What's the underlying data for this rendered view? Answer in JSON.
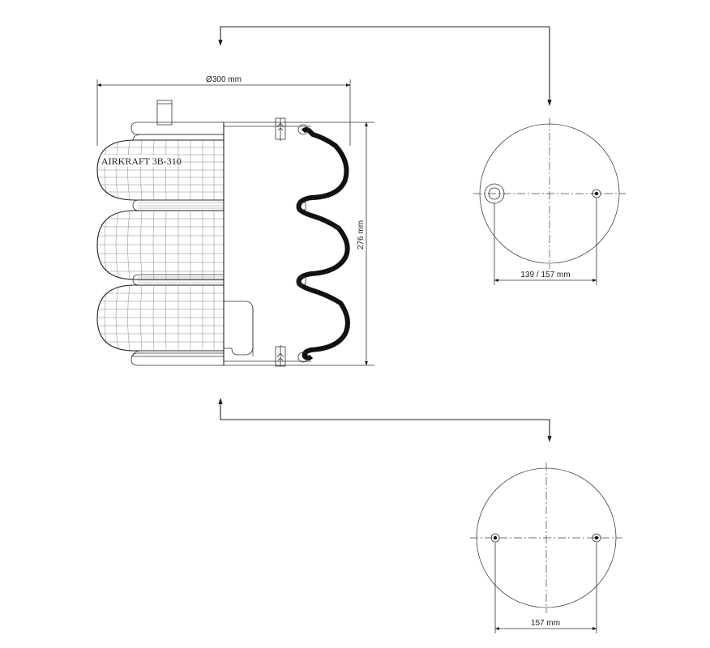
{
  "product": {
    "model_label": "AIRKRAFT 3B-310"
  },
  "dimensions": {
    "diameter": "Ø300 mm",
    "height": "276 mm",
    "top_plate_spacing": "139 / 157 mm",
    "bottom_plate_spacing": "157 mm"
  }
}
